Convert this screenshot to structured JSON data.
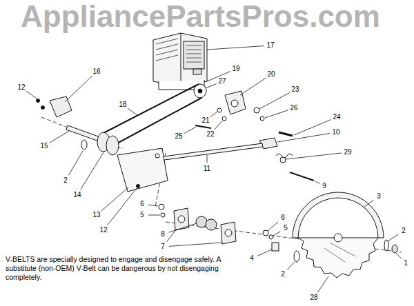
{
  "diagram": {
    "labels": [
      "AppliancePartsPros.com",
      "17",
      "27",
      "19",
      "20",
      "23",
      "26",
      "24",
      "10",
      "29",
      "12",
      "16",
      "18",
      "15",
      "2",
      "14",
      "21",
      "22",
      "13",
      "12",
      "25",
      "11",
      "9",
      "6",
      "5",
      "8",
      "7",
      "6",
      "5",
      "4",
      "3",
      "2",
      "1",
      "2",
      "28",
      "V-BELTS are specially designed to engage and disengage safely. A substitute (non-OEM) V-Belt can be dangerous by not disengaging completely."
    ]
  }
}
